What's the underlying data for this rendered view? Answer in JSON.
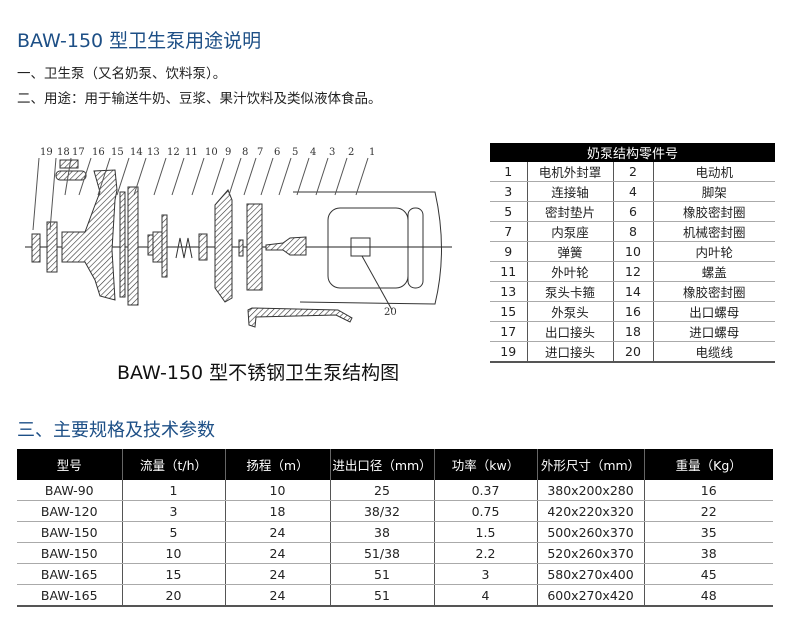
{
  "title": "BAW-150 型卫生泵用途说明",
  "line1": "一、卫生泵（又名奶泵、饮料泵）。",
  "line2": "二、用途：用于输送牛奶、豆浆、果汁饮料及类似液体食品。",
  "diagram": {
    "caption": "BAW-150 型不锈钢卫生泵结构图",
    "labels": [
      "19",
      "18",
      "17",
      "16",
      "15",
      "14",
      "13",
      "12",
      "11",
      "10",
      "9",
      "8",
      "7",
      "6",
      "5",
      "4",
      "3",
      "2",
      "1"
    ],
    "label20": "20"
  },
  "parts_table": {
    "header": "奶泵结构零件号",
    "rows": [
      [
        "1",
        "电机外封罩",
        "2",
        "电动机"
      ],
      [
        "3",
        "连接轴",
        "4",
        "脚架"
      ],
      [
        "5",
        "密封垫片",
        "6",
        "橡胶密封圈"
      ],
      [
        "7",
        "内泵座",
        "8",
        "机械密封圈"
      ],
      [
        "9",
        "弹簧",
        "10",
        "内叶轮"
      ],
      [
        "11",
        "外叶轮",
        "12",
        "螺盖"
      ],
      [
        "13",
        "泵头卡箍",
        "14",
        "橡胶密封圈"
      ],
      [
        "15",
        "外泵头",
        "16",
        "出口螺母"
      ],
      [
        "17",
        "出口接头",
        "18",
        "进口螺母"
      ],
      [
        "19",
        "进口接头",
        "20",
        "电缆线"
      ]
    ]
  },
  "section3": "三、主要规格及技术参数",
  "spec_table": {
    "headers": [
      "型号",
      "流量（t/h）",
      "扬程（m）",
      "进出口径（mm）",
      "功率（kw）",
      "外形尺寸（mm）",
      "重量（Kg）"
    ],
    "rows": [
      [
        "BAW-90",
        "1",
        "10",
        "25",
        "0.37",
        "380x200x280",
        "16"
      ],
      [
        "BAW-120",
        "3",
        "18",
        "38/32",
        "0.75",
        "420x220x320",
        "22"
      ],
      [
        "BAW-150",
        "5",
        "24",
        "38",
        "1.5",
        "500x260x370",
        "35"
      ],
      [
        "BAW-150",
        "10",
        "24",
        "51/38",
        "2.2",
        "520x260x370",
        "38"
      ],
      [
        "BAW-165",
        "15",
        "24",
        "51",
        "3",
        "580x270x400",
        "45"
      ],
      [
        "BAW-165",
        "20",
        "24",
        "51",
        "4",
        "600x270x420",
        "48"
      ]
    ]
  }
}
